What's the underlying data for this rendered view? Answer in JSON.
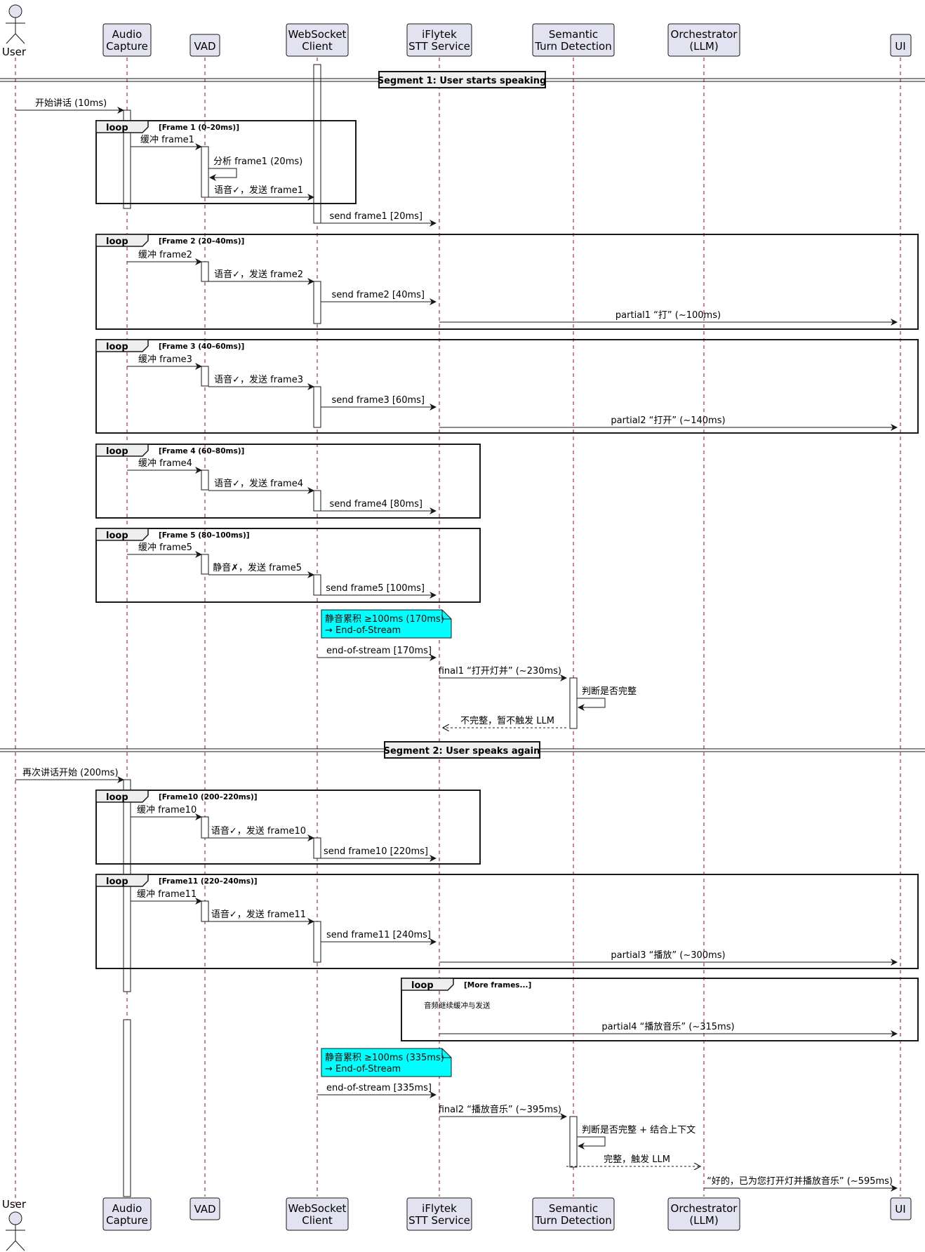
{
  "participants": {
    "user": "User",
    "audio": [
      "Audio",
      "Capture"
    ],
    "vad": "VAD",
    "ws": [
      "WebSocket",
      "Client"
    ],
    "stt": [
      "iFlytek",
      "STT Service"
    ],
    "sem": [
      "Semantic",
      "Turn Detection"
    ],
    "orch": [
      "Orchestrator",
      "(LLM)"
    ],
    "ui": "UI"
  },
  "segments": [
    "Segment 1: User starts speaking",
    "Segment 2: User speaks again"
  ],
  "loop_keyword": "loop",
  "loops": [
    {
      "cond": "[Frame 1 (0–20ms)]"
    },
    {
      "cond": "[Frame 2 (20–40ms)]"
    },
    {
      "cond": "[Frame 3 (40–60ms)]"
    },
    {
      "cond": "[Frame 4 (60–80ms)]"
    },
    {
      "cond": "[Frame 5 (80–100ms)]"
    },
    {
      "cond": "[Frame10 (200–220ms)]"
    },
    {
      "cond": "[Frame11 (220–240ms)]"
    },
    {
      "cond": "[More frames...]",
      "note": "音频继续缓冲与发送"
    }
  ],
  "messages": [
    "开始讲话 (10ms)",
    "缓冲 frame1",
    "分析 frame1 (20ms)",
    "语音✓，发送 frame1",
    "send frame1 [20ms]",
    "缓冲 frame2",
    "语音✓，发送 frame2",
    "send frame2 [40ms]",
    "partial1 “打” (~100ms)",
    "缓冲 frame3",
    "语音✓，发送 frame3",
    "send frame3 [60ms]",
    "partial2 “打开” (~140ms)",
    "缓冲 frame4",
    "语音✓，发送 frame4",
    "send frame4 [80ms]",
    "缓冲 frame5",
    "静音✗，发送 frame5",
    "send frame5 [100ms]",
    "end-of-stream [170ms]",
    "final1 “打开灯并” (~230ms)",
    "判断是否完整",
    "不完整，暂不触发 LLM",
    "再次讲话开始 (200ms)",
    "缓冲 frame10",
    "语音✓，发送 frame10",
    "send frame10 [220ms]",
    "缓冲 frame11",
    "语音✓，发送 frame11",
    "send frame11 [240ms]",
    "partial3 “播放” (~300ms)",
    "partial4 “播放音乐” (~315ms)",
    "end-of-stream [335ms]",
    "final2 “播放音乐” (~395ms)",
    "判断是否完整 + 结合上下文",
    "完整，触发 LLM",
    "“好的，已为您打开灯并播放音乐” (~595ms)"
  ],
  "notes": [
    [
      "静音累积 ≥100ms (170ms)",
      "→ End-of-Stream"
    ],
    [
      "静音累积 ≥100ms (335ms)",
      "→ End-of-Stream"
    ]
  ],
  "colors": {
    "participant_fill": "#E2E2F0",
    "participant_stroke": "#181818",
    "note_fill": "#00FFFF",
    "lifeline": "#181818",
    "loop_header_fill": "#EEEEEE"
  }
}
